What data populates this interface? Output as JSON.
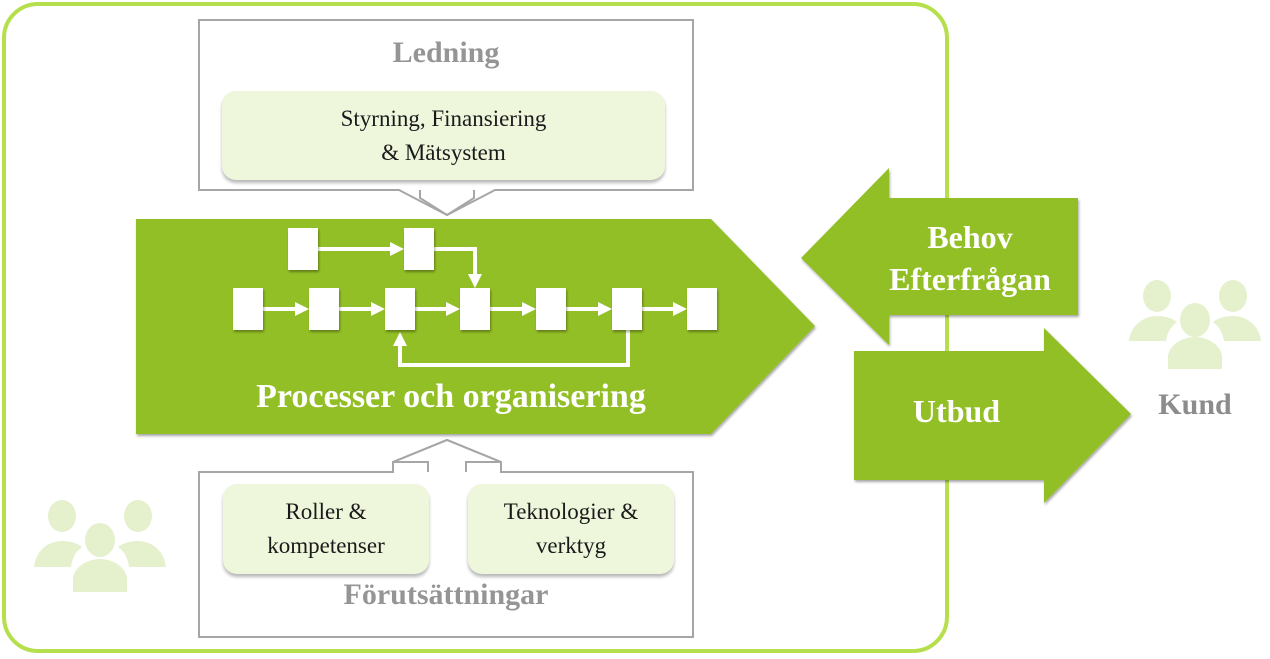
{
  "colors": {
    "green": "#93bf26",
    "frame_green": "#b5df4c",
    "pill_bg": "#eef6dc",
    "people_icon": "#e5f0cd",
    "grey": "#a6a6a6",
    "grey_text": "#959595"
  },
  "ledning": {
    "title": "Ledning",
    "item_line1": "Styrning, Finansiering",
    "item_line2": "& Mätsystem"
  },
  "process": {
    "label": "Processer och organisering",
    "node_count": 9
  },
  "forutsattningar": {
    "title": "Förutsättningar",
    "items": [
      {
        "line1": "Roller &",
        "line2": "kompetenser"
      },
      {
        "line1": "Teknologier &",
        "line2": "verktyg"
      }
    ]
  },
  "demand_arrow": {
    "line1": "Behov",
    "line2": "Efterfrågan"
  },
  "supply_arrow": {
    "label": "Utbud"
  },
  "customer": {
    "label": "Kund",
    "icon": "people-group-icon"
  },
  "internal": {
    "icon": "people-group-icon"
  }
}
